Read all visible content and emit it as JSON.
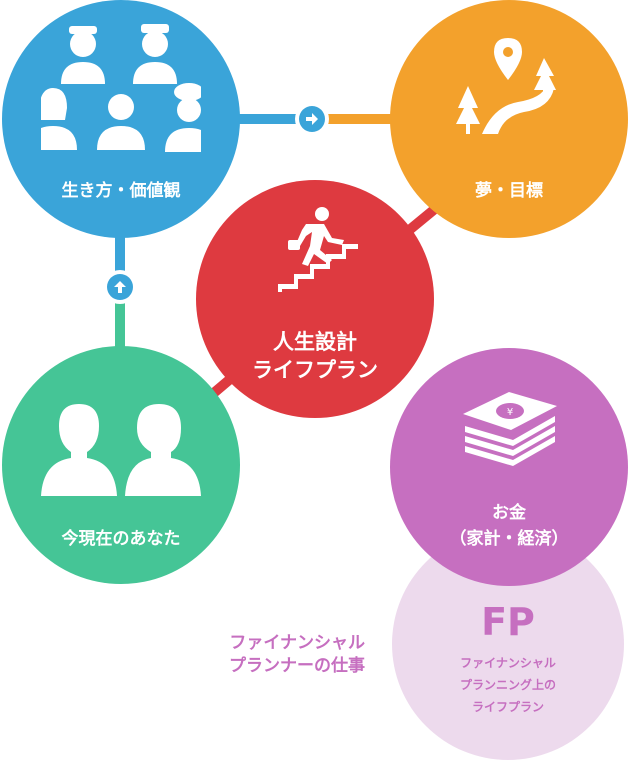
{
  "nodes": {
    "values": {
      "label": "生き方・価値観",
      "color": "#3aa4d9"
    },
    "dreams": {
      "label": "夢・目標",
      "color": "#f3a12c"
    },
    "life_plan": {
      "label_line1": "人生設計",
      "label_line2": "ライフプラン",
      "color": "#de3a40"
    },
    "present": {
      "label": "今現在のあなた",
      "color": "#45c596"
    },
    "money": {
      "label_line1": "お金",
      "label_line2": "（家計・経済）",
      "color": "#c66fc0"
    },
    "fp": {
      "title": "FP",
      "line1": "ファイナンシャル",
      "line2": "プランニング上の",
      "line3": "ライフプラン",
      "color": "#eddaed",
      "text_color": "#c66fc0"
    }
  },
  "fp_caption": {
    "line1": "ファイナンシャル",
    "line2": "プランナーの仕事"
  },
  "icons": {
    "people": "people-group-icon",
    "map": "map-pin-road-icon",
    "stairs": "running-upstairs-icon",
    "couple": "two-person-silhouette-icon",
    "money": "money-stack-icon",
    "arrow_right": "arrow-right-icon",
    "arrow_up": "arrow-up-icon"
  }
}
